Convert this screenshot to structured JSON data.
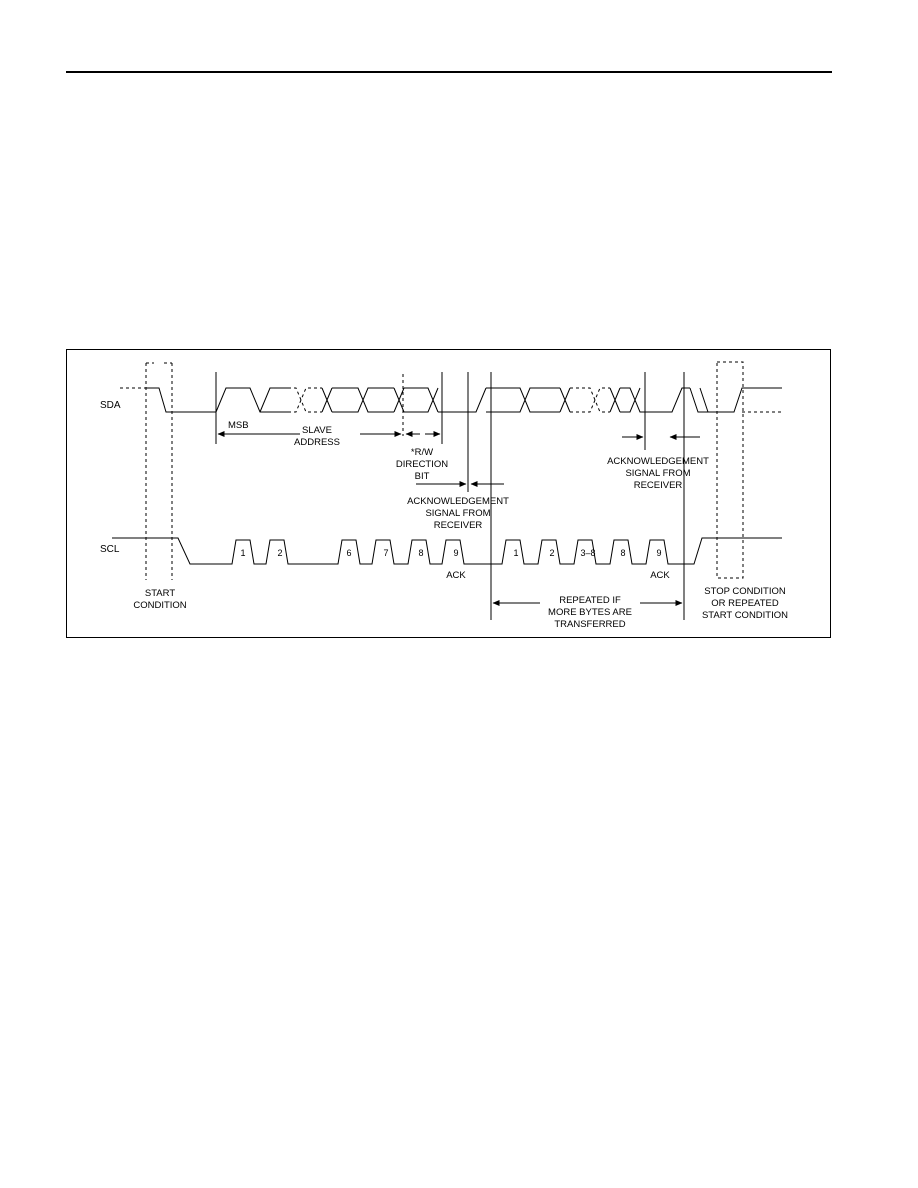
{
  "signals": {
    "sda": "SDA",
    "scl": "SCL"
  },
  "labels": {
    "msb": "MSB",
    "slave_address": [
      "SLAVE",
      "ADDRESS"
    ],
    "rw": [
      "*R/W",
      "DIRECTION",
      "BIT"
    ],
    "ack_signal_1": [
      "ACKNOWLEDGEMENT",
      "SIGNAL FROM",
      "RECEIVER"
    ],
    "ack_signal_2": [
      "ACKNOWLEDGEMENT",
      "SIGNAL FROM",
      "RECEIVER"
    ],
    "start": [
      "START",
      "CONDITION"
    ],
    "stop": [
      "STOP CONDITION",
      "OR REPEATED",
      "START CONDITION"
    ],
    "repeated": [
      "REPEATED IF",
      "MORE BYTES ARE",
      "TRANSFERRED"
    ],
    "ack_1": "ACK",
    "ack_2": "ACK"
  },
  "clock_pulses": {
    "group1": [
      "1",
      "2",
      "6",
      "7",
      "8",
      "9"
    ],
    "group2": [
      "1",
      "2",
      "3–8",
      "8",
      "9"
    ]
  }
}
